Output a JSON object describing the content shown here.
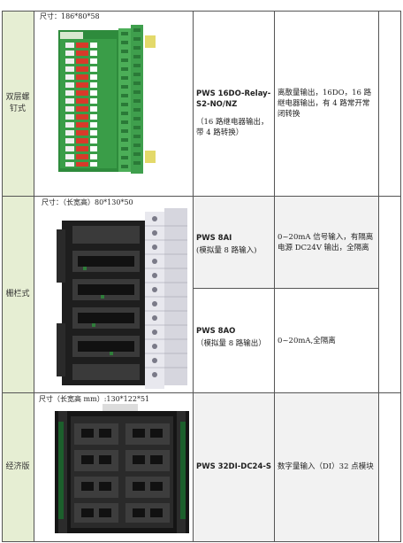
{
  "rows": [
    {
      "category": "双层螺钉式",
      "dimension": "尺寸：186*80*58",
      "items": [
        {
          "model": "PWS 16DO-Relay-S2-NO/NZ",
          "model_note": "（16 路继电器输出，带 4 路转换）",
          "description": "离散量输出，16DO，16 路继电器输出，有 4 路常开常闭转换"
        }
      ]
    },
    {
      "category": "栅栏式",
      "dimension": "尺寸：（长宽高）80*130*50",
      "items": [
        {
          "model": "PWS 8AI",
          "model_note": "(模拟量 8 路输入)",
          "description": "0~20mA 信号输入，有隔离电源 DC24V 输出，全隔离"
        },
        {
          "model": "PWS 8AO",
          "model_note": "（模拟量 8 路输出）",
          "description": "0~20mA,全隔离"
        }
      ]
    },
    {
      "category": "经济版",
      "dimension": "尺寸（长宽高 mm）:130*122*51",
      "items": [
        {
          "model": "PWS 32DI-DC24-S",
          "model_note": "",
          "description": "数字量输入（DI）32 点模块"
        }
      ]
    }
  ]
}
